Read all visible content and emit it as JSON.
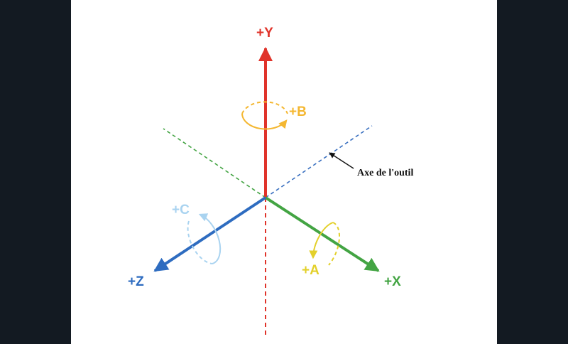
{
  "labels": {
    "y": "+Y",
    "x": "+X",
    "z": "+Z",
    "a": "+A",
    "b": "+B",
    "c": "+C",
    "tool_axis": "Axe de l'outil"
  },
  "colors": {
    "background": "#131a22",
    "canvas": "#ffffff",
    "y_axis": "#e0332a",
    "x_axis": "#43a443",
    "z_axis": "#2e6cc0",
    "b_rotation": "#f4b731",
    "a_rotation": "#e3d02a",
    "c_rotation": "#a9d3f0",
    "tool_axis_line": "#3a70c0",
    "annotation": "#111111"
  }
}
